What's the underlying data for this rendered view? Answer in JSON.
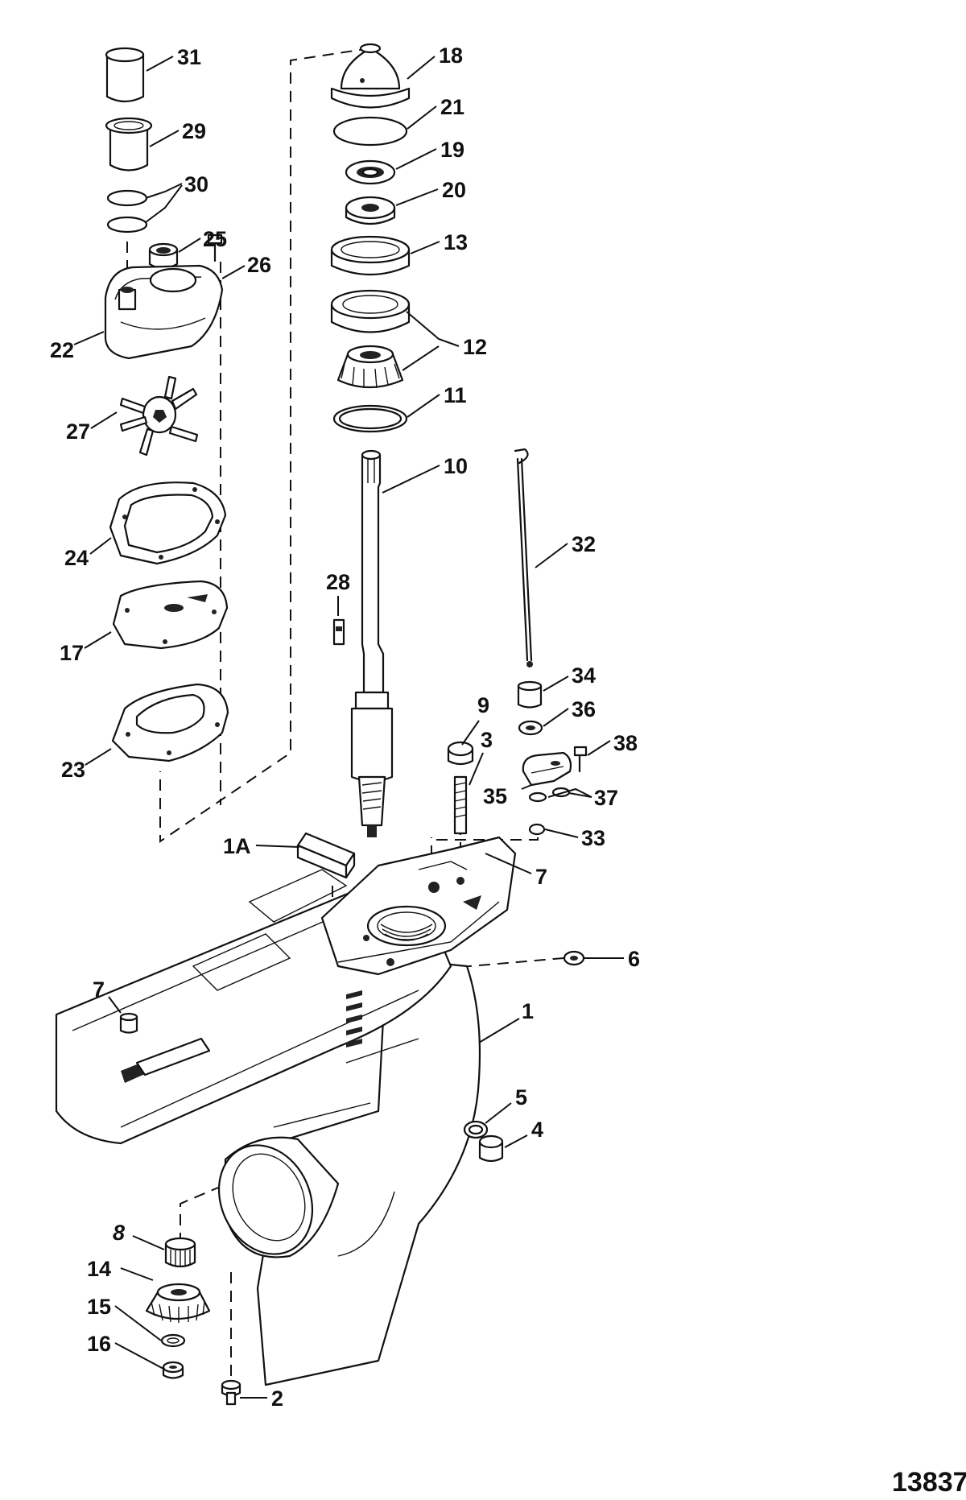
{
  "diagram": {
    "drawing_number": "13837",
    "callouts": [
      {
        "id": "c31",
        "text": "31"
      },
      {
        "id": "c29",
        "text": "29"
      },
      {
        "id": "c30",
        "text": "30"
      },
      {
        "id": "c25",
        "text": "25"
      },
      {
        "id": "c26",
        "text": "26"
      },
      {
        "id": "c22",
        "text": "22"
      },
      {
        "id": "c27",
        "text": "27"
      },
      {
        "id": "c24",
        "text": "24"
      },
      {
        "id": "c17",
        "text": "17"
      },
      {
        "id": "c23",
        "text": "23"
      },
      {
        "id": "c18",
        "text": "18"
      },
      {
        "id": "c21",
        "text": "21"
      },
      {
        "id": "c19",
        "text": "19"
      },
      {
        "id": "c20",
        "text": "20"
      },
      {
        "id": "c13",
        "text": "13"
      },
      {
        "id": "c12",
        "text": "12"
      },
      {
        "id": "c11",
        "text": "11"
      },
      {
        "id": "c10",
        "text": "10"
      },
      {
        "id": "c28",
        "text": "28"
      },
      {
        "id": "c32",
        "text": "32"
      },
      {
        "id": "c9",
        "text": "9"
      },
      {
        "id": "c3",
        "text": "3"
      },
      {
        "id": "c34",
        "text": "34"
      },
      {
        "id": "c36",
        "text": "36"
      },
      {
        "id": "c38",
        "text": "38"
      },
      {
        "id": "c35",
        "text": "35"
      },
      {
        "id": "c37",
        "text": "37"
      },
      {
        "id": "c33",
        "text": "33"
      },
      {
        "id": "c1A",
        "text": "1A"
      },
      {
        "id": "c7a",
        "text": "7"
      },
      {
        "id": "c6",
        "text": "6"
      },
      {
        "id": "c7b",
        "text": "7"
      },
      {
        "id": "c1",
        "text": "1"
      },
      {
        "id": "c5",
        "text": "5"
      },
      {
        "id": "c4",
        "text": "4"
      },
      {
        "id": "c8",
        "text": "8"
      },
      {
        "id": "c14",
        "text": "14"
      },
      {
        "id": "c15",
        "text": "15"
      },
      {
        "id": "c16",
        "text": "16"
      },
      {
        "id": "c2",
        "text": "2"
      }
    ]
  }
}
